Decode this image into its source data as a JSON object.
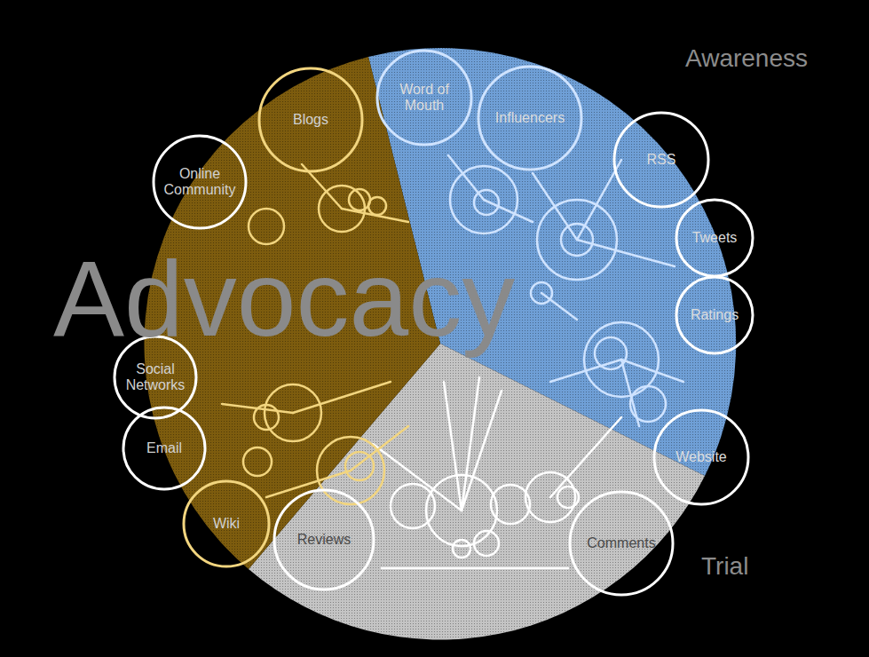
{
  "diagram": {
    "nodes": [
      {
        "text": [
          "Blogs"
        ]
      },
      {
        "text": [
          "Word of Mouth"
        ]
      },
      {
        "text": [
          "Influencers"
        ]
      },
      {
        "text": [
          "RSS"
        ]
      },
      {
        "text": [
          "Tweets"
        ]
      },
      {
        "text": [
          "Ratings"
        ]
      },
      {
        "text": [
          "Website"
        ]
      },
      {
        "text": [
          "Comments"
        ]
      },
      {
        "text": [
          "Reviews"
        ]
      },
      {
        "text": [
          "Wiki"
        ]
      },
      {
        "text": [
          "Email"
        ]
      },
      {
        "text": [
          "Social Networks"
        ]
      },
      {
        "text": [
          "Online Community"
        ]
      }
    ],
    "labels": [
      "Awareness",
      "Advocacy",
      "Trial"
    ]
  }
}
